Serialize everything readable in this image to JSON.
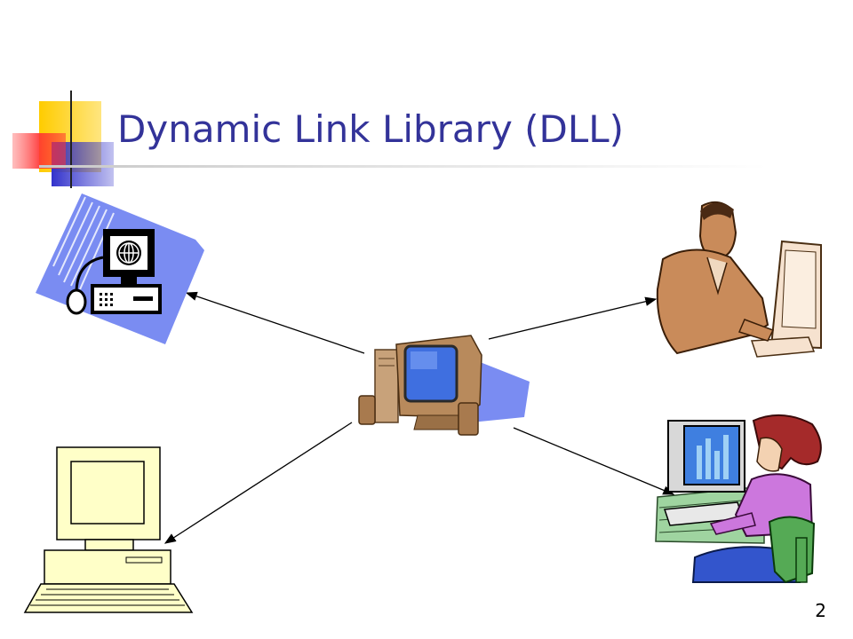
{
  "slide": {
    "title": "Dynamic Link Library (DLL)",
    "page_number": "2"
  },
  "theme": {
    "title_color": "#333399",
    "deco_yellow": "#ffcc00",
    "deco_red": "#ff3333",
    "deco_blue": "#3333cc"
  },
  "diagram": {
    "hub": {
      "icon": "desktop-computer-with-speakers-icon"
    },
    "clients": [
      {
        "icon": "networked-workstation-icon",
        "position": "top-left"
      },
      {
        "icon": "man-at-computer-icon",
        "position": "top-right"
      },
      {
        "icon": "retro-computer-terminal-icon",
        "position": "bottom-left"
      },
      {
        "icon": "woman-at-computer-icon",
        "position": "bottom-right"
      }
    ],
    "connections": [
      "hub to top-left",
      "hub to top-right",
      "hub to bottom-left",
      "hub to bottom-right"
    ]
  }
}
